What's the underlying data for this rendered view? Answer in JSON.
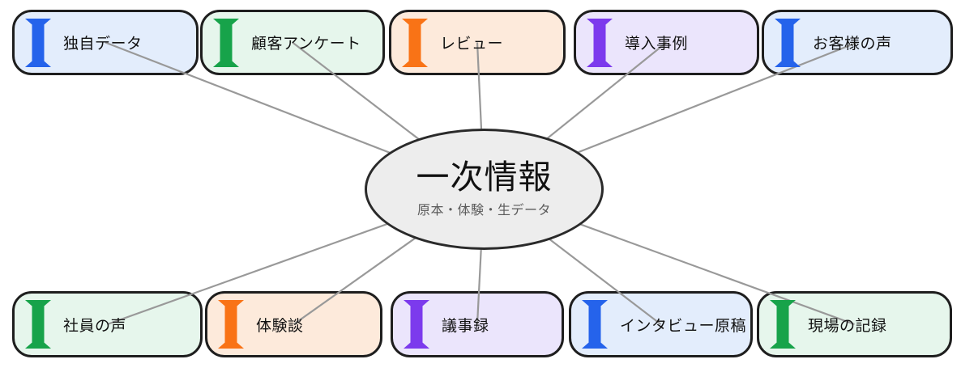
{
  "diagram": {
    "center": {
      "title": "一次情報",
      "subtitle": "原本・体験・生データ"
    },
    "top_nodes": [
      {
        "label": "独自データ",
        "color": "blue"
      },
      {
        "label": "顧客アンケート",
        "color": "green"
      },
      {
        "label": "レビュー",
        "color": "orange"
      },
      {
        "label": "導入事例",
        "color": "purple"
      },
      {
        "label": "お客様の声",
        "color": "blue"
      }
    ],
    "bottom_nodes": [
      {
        "label": "社員の声",
        "color": "green"
      },
      {
        "label": "体験談",
        "color": "orange"
      },
      {
        "label": "議事録",
        "color": "purple"
      },
      {
        "label": "インタビュー原稿",
        "color": "blue"
      },
      {
        "label": "現場の記録",
        "color": "green"
      }
    ],
    "colors": {
      "blue": {
        "icon": "#2563eb",
        "bg": "#e3edfc"
      },
      "green": {
        "icon": "#17a34a",
        "bg": "#e6f6ec"
      },
      "orange": {
        "icon": "#f97316",
        "bg": "#fdeadb"
      },
      "purple": {
        "icon": "#7c3aed",
        "bg": "#ebe5fc"
      },
      "edge": "#999999",
      "node_border": "#1e1e1e",
      "ellipse_fill": "#ededed"
    },
    "icon_name": "capsule-icon"
  }
}
